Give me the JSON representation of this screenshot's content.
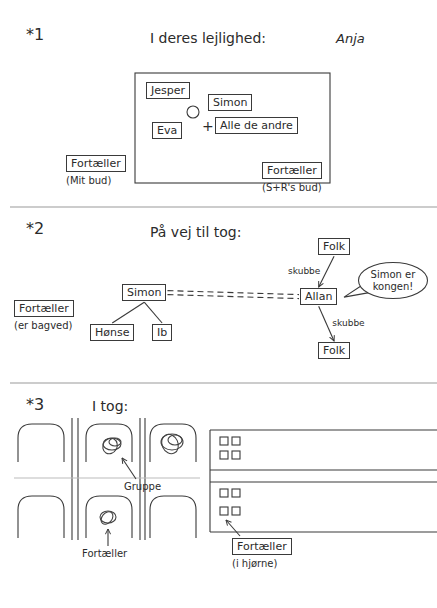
{
  "diagram": {
    "nodes": [
      {
        "text": [
          "Jesper"
        ]
      },
      {
        "text": [
          "Simon"
        ]
      },
      {
        "text": [
          "Eva"
        ]
      },
      {
        "text": [
          "Alle de andre"
        ]
      },
      {
        "text": [
          "Fortæller",
          "(Mit bud)"
        ]
      },
      {
        "text": [
          "Fortæller",
          "(S+R's bud)"
        ]
      },
      {
        "text": [
          "Folk"
        ]
      },
      {
        "text": [
          "Simon er kongen!"
        ]
      },
      {
        "text": [
          "Fortæller",
          "(er bagved)"
        ]
      },
      {
        "text": [
          "Simon"
        ]
      },
      {
        "text": [
          "Allan"
        ]
      },
      {
        "text": [
          "Hønse"
        ]
      },
      {
        "text": [
          "Ib"
        ]
      },
      {
        "text": [
          "Folk"
        ]
      },
      {
        "text": [
          "Fortæller",
          "(i hjørne)"
        ]
      }
    ],
    "edges": [
      {
        "from": 9,
        "to": 11,
        "arrow": "none"
      },
      {
        "from": 9,
        "to": 12,
        "arrow": "none"
      },
      {
        "from": 9,
        "to": 10,
        "arrow": "none"
      },
      {
        "from": 6,
        "to": 10,
        "label": "skubbe",
        "arrow": "to"
      },
      {
        "from": 10,
        "to": 13,
        "label": "skubbe",
        "arrow": "to"
      }
    ],
    "labels": [
      "Anja",
      "*1",
      "I deres lejlighed:",
      "+",
      "*2",
      "På vej til tog:",
      "*3",
      "I tog:",
      "Gruppe",
      "Fortæller"
    ]
  }
}
